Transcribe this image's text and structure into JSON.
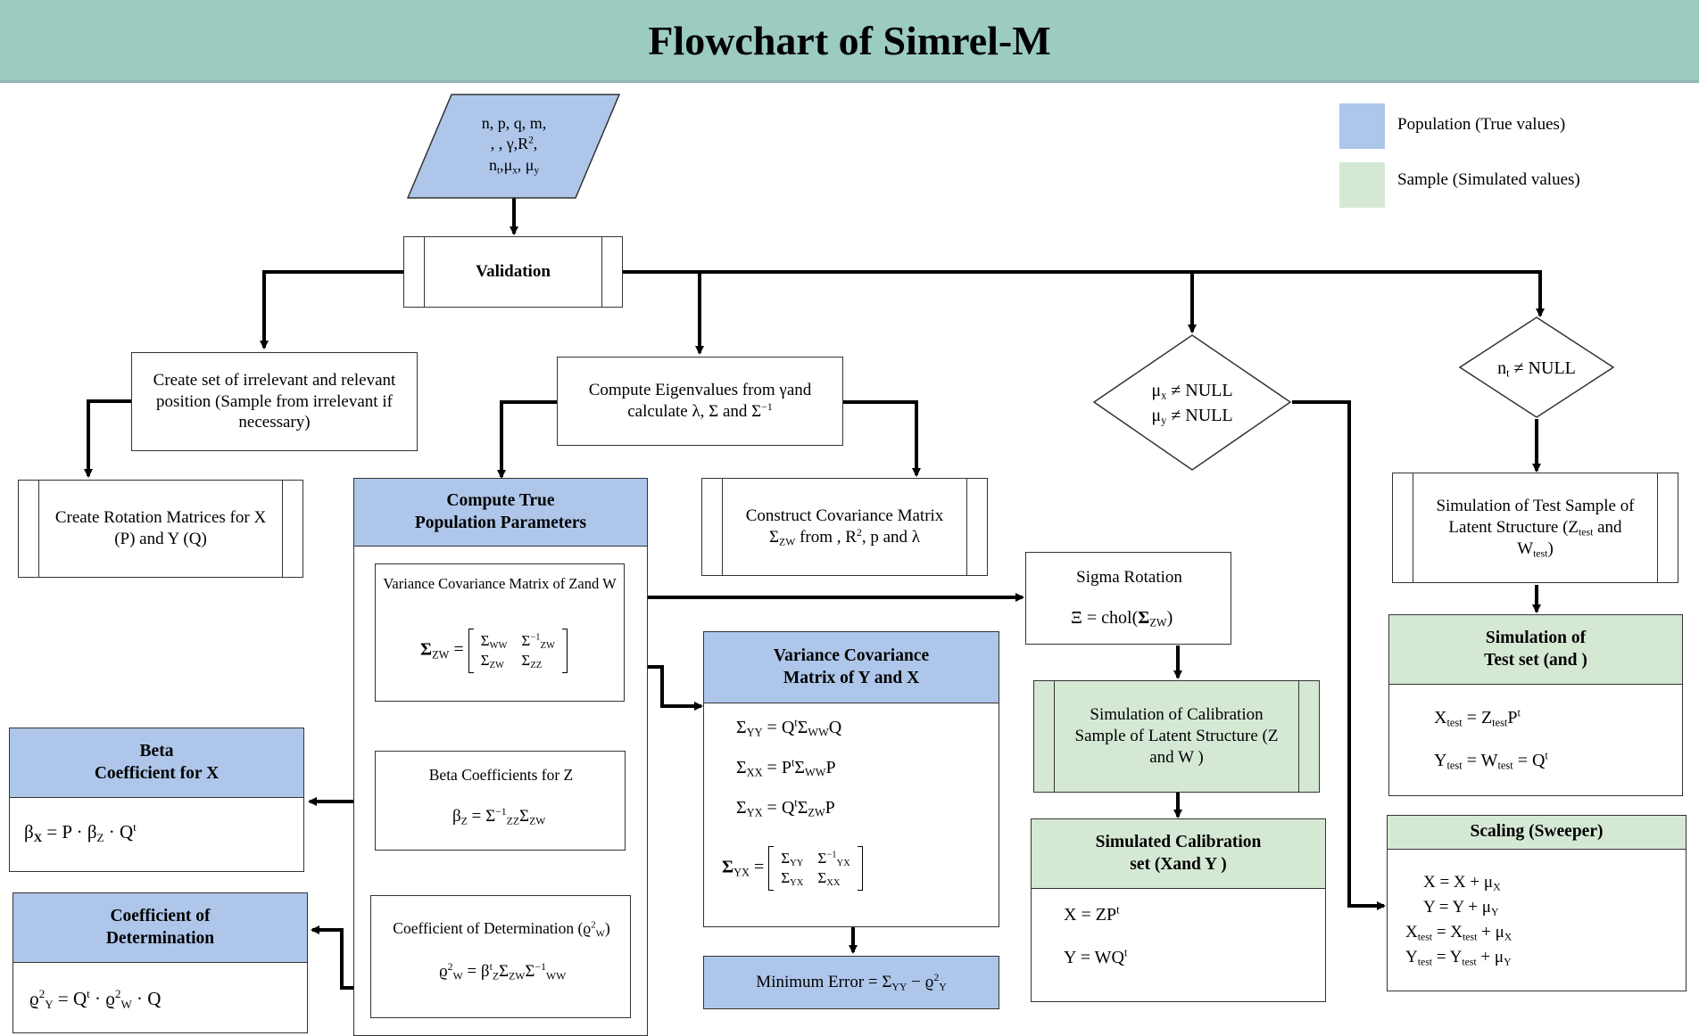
{
  "title": "Flowchart of Simrel-M",
  "colors": {
    "banner": "#9ccbc2",
    "population": "#aec6ea",
    "sample": "#d5e8d4"
  },
  "legend": {
    "population": "Population (True values)",
    "sample": "Sample (Simulated values)"
  },
  "input": {
    "line1": "n, p, q, m,",
    "line2": ", , γ,R",
    "line3": "n",
    "line3b": ",μ",
    "line3c": ", μ"
  },
  "validation": "Validation",
  "create_set": {
    "line1": "Create set of irrelevant and relevant",
    "line2": "position (Sample from irrelevant if",
    "line3": "necessary)"
  },
  "rotation": {
    "line1": "Create Rotation Matrices for X",
    "line2": "(P) and Y  (Q)"
  },
  "eigen": {
    "line1": "Compute Eigenvalues from γand",
    "line2": "calculate λ, Σ   and Σ"
  },
  "construct": {
    "line1": "Construct Covariance Matrix",
    "sigma": "Σ",
    "line2": " from , R",
    "line2b": ", p and λ"
  },
  "true_params": {
    "line1": "Compute True",
    "line2": "Population Parameters"
  },
  "vcov_zw": {
    "title": "Variance Covariance Matrix of Zand W"
  },
  "beta_z": {
    "title": "Beta Coefficients for Z"
  },
  "coef_det": {
    "title": "Coefficient of Determination"
  },
  "beta_x": {
    "line1": "Beta",
    "line2": "Coefficient for X"
  },
  "det_box": {
    "line1": "Coefficient of",
    "line2": "Determination"
  },
  "vcov_yx": {
    "line1": "Variance Covariance",
    "line2": "Matrix of Y and X"
  },
  "min_error": {
    "label": "Minimum Error = "
  },
  "cond_mu": {
    "line1": "≠ NULL",
    "line2": "≠ NULL"
  },
  "cond_nt": {
    "label": "≠ NULL"
  },
  "sigma_rot": {
    "title": "Sigma Rotation",
    "formula": "Ξ = chol("
  },
  "sim_cal": {
    "line1": "Simulation of Calibration",
    "line2": "Sample of Latent Structure (Z",
    "line3": "and W )"
  },
  "sim_cal_set": {
    "line1": "Simulated Calibration",
    "line2": "set (Xand Y )"
  },
  "sim_test_latent": {
    "line1": "Simulation of Test Sample of",
    "line2": "Latent Structure (Z",
    "line2b": " and",
    "line3": "W"
  },
  "sim_test_set": {
    "line1": "Simulation of",
    "line2": "Test set (and )"
  },
  "scaling": {
    "title": "Scaling (Sweeper)"
  }
}
